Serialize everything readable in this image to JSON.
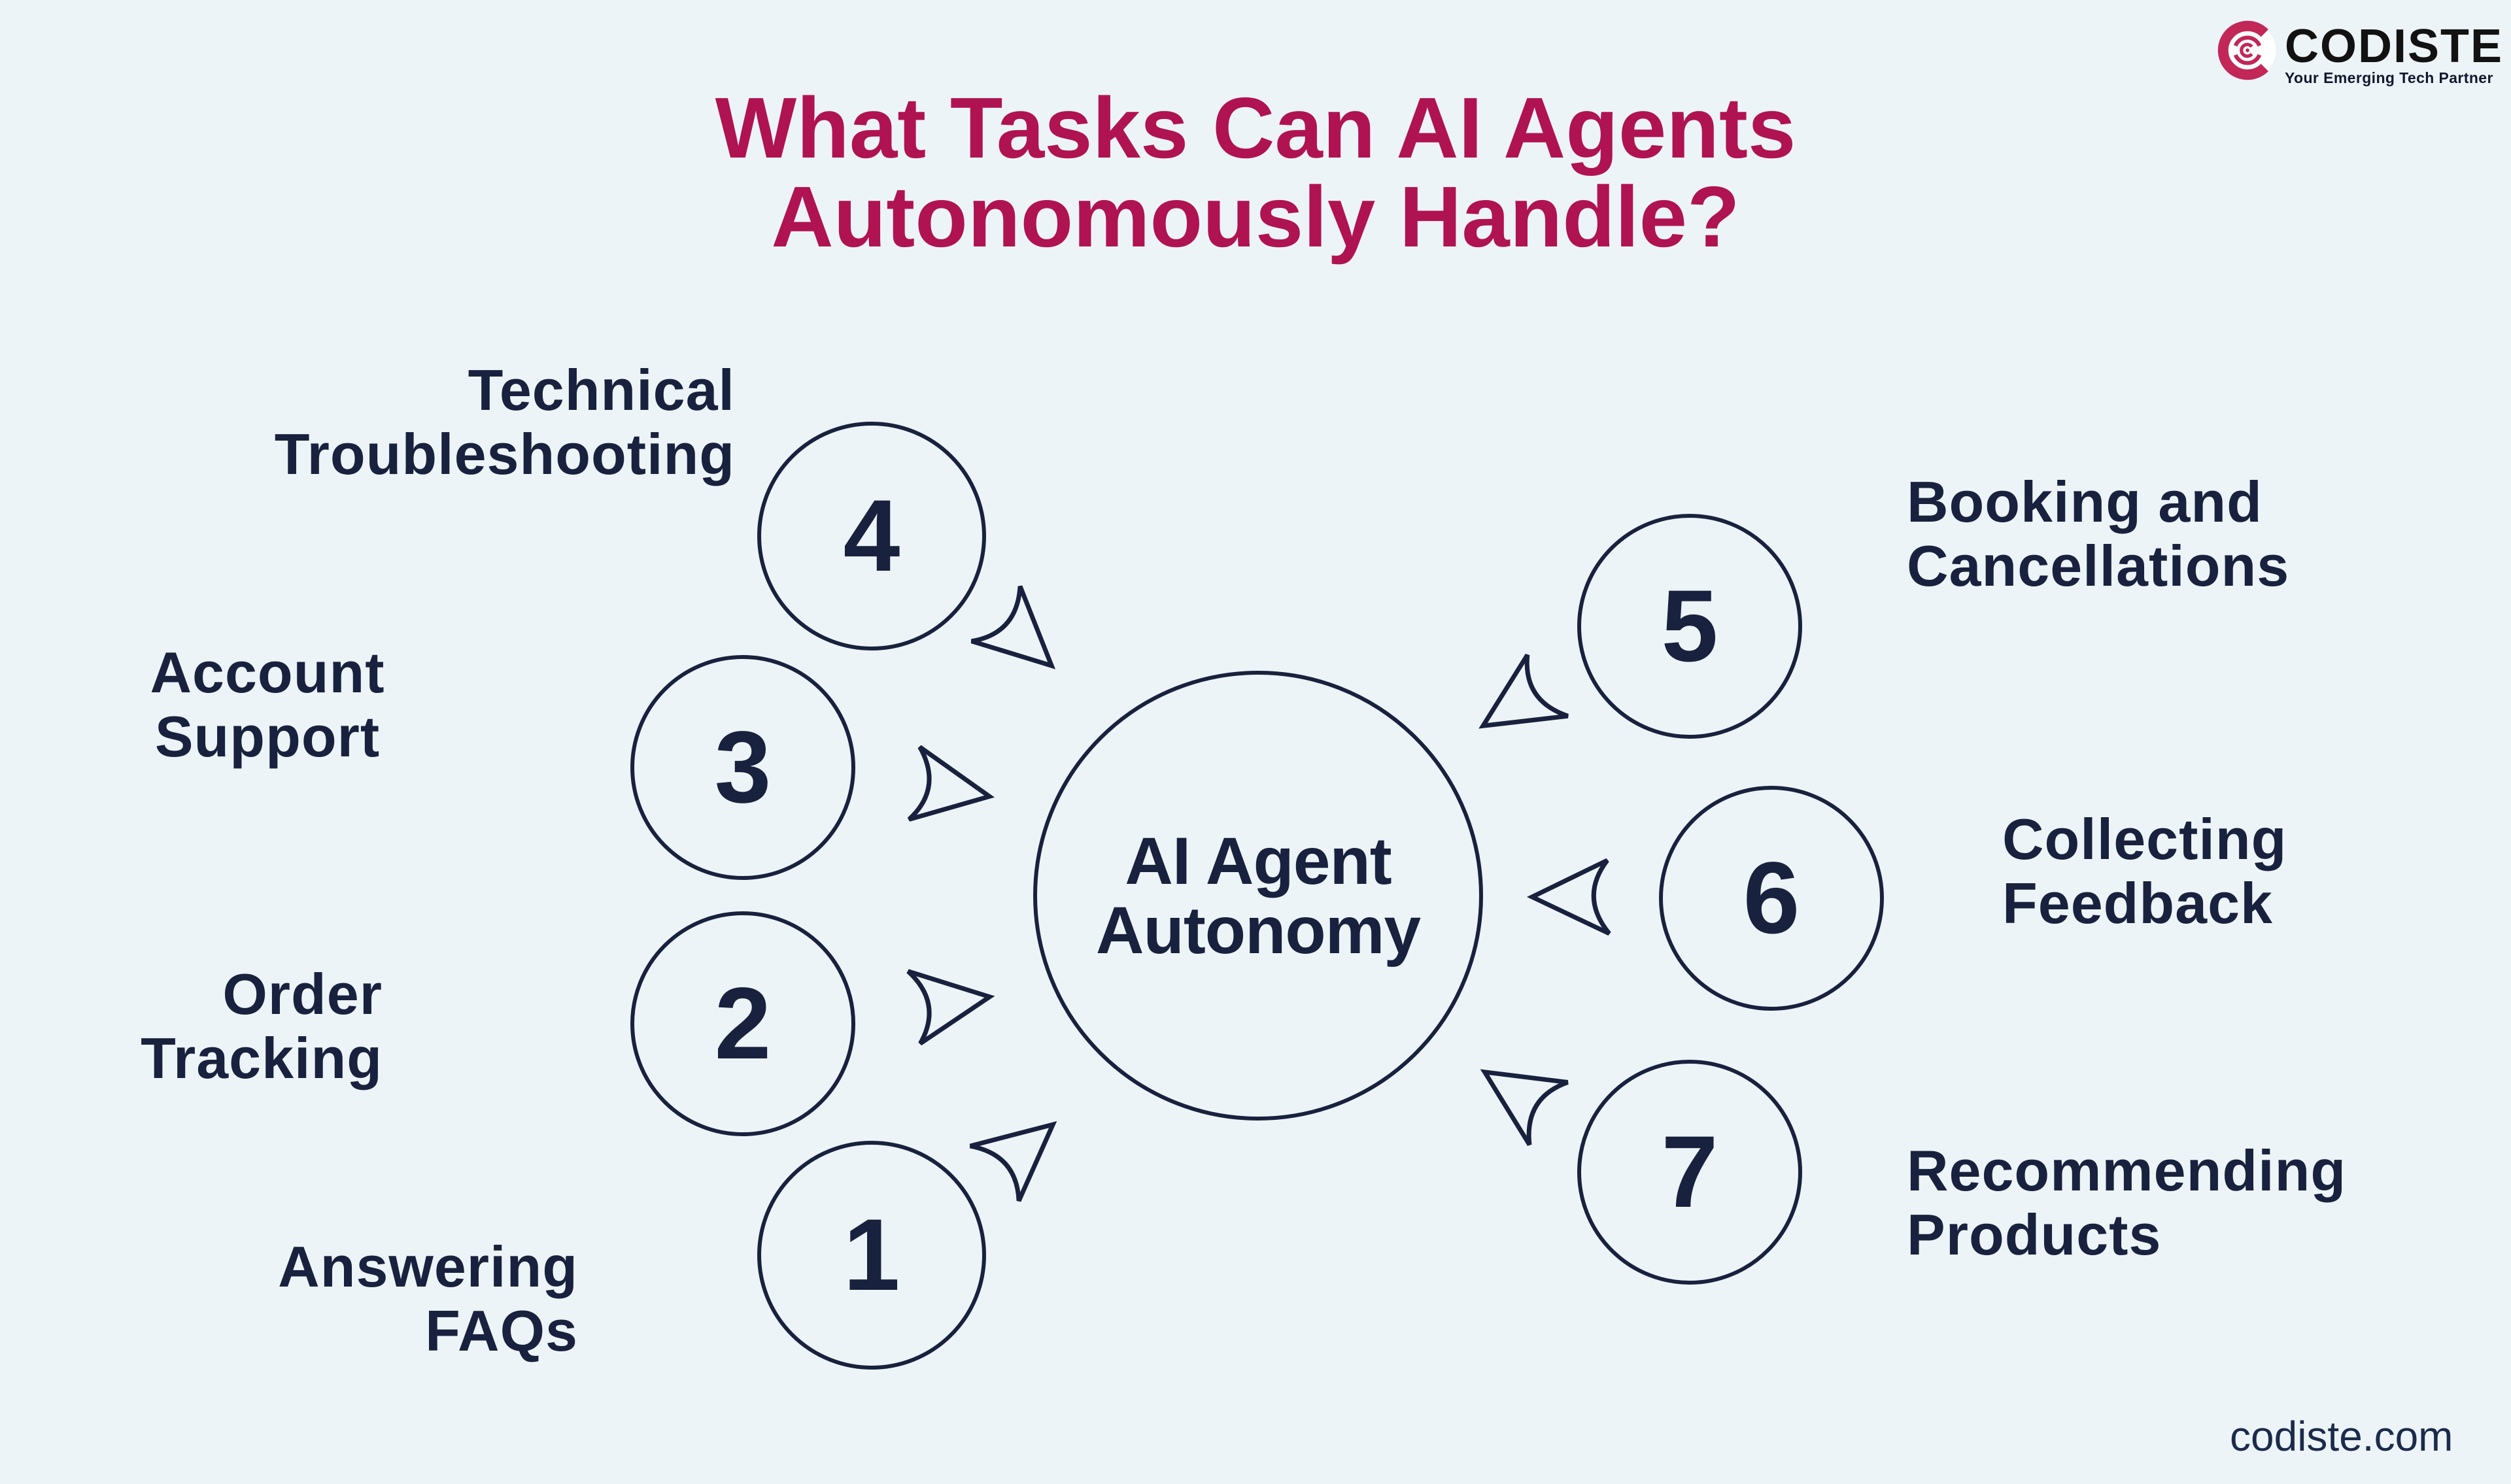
{
  "colors": {
    "background": "#EDF4F8",
    "navy": "#18223E",
    "title_crimson": "#B01351",
    "logo_crimson": "#C22757",
    "logo_text": "#121212"
  },
  "header": {
    "title": "What Tasks Can AI Agents\nAutonomously Handle?"
  },
  "logo": {
    "brand": "CODISTE",
    "tagline": "Your Emerging Tech Partner",
    "mark_icon": "codiste-c-mark-icon"
  },
  "center_node": {
    "label": "AI Agent\nAutonomy"
  },
  "tasks": [
    {
      "number": "1",
      "label": "Answering\nFAQs"
    },
    {
      "number": "2",
      "label": "Order\nTracking"
    },
    {
      "number": "3",
      "label": "Account\nSupport"
    },
    {
      "number": "4",
      "label": "Technical\nTroubleshooting"
    },
    {
      "number": "5",
      "label": "Booking and\nCancellations"
    },
    {
      "number": "6",
      "label": "Collecting\nFeedback"
    },
    {
      "number": "7",
      "label": "Recommending\nProducts"
    }
  ],
  "footer": {
    "website": "codiste.com"
  }
}
